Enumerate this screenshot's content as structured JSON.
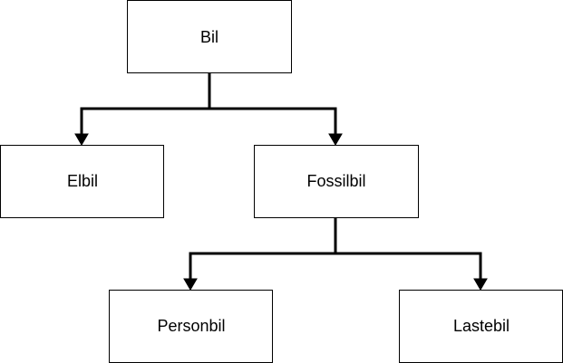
{
  "diagram": {
    "nodes": {
      "bil": "Bil",
      "elbil": "Elbil",
      "fossilbil": "Fossilbil",
      "personbil": "Personbil",
      "lastebil": "Lastebil"
    },
    "edges": [
      {
        "from": "bil",
        "to": "elbil"
      },
      {
        "from": "bil",
        "to": "fossilbil"
      },
      {
        "from": "fossilbil",
        "to": "personbil"
      },
      {
        "from": "fossilbil",
        "to": "lastebil"
      }
    ]
  }
}
